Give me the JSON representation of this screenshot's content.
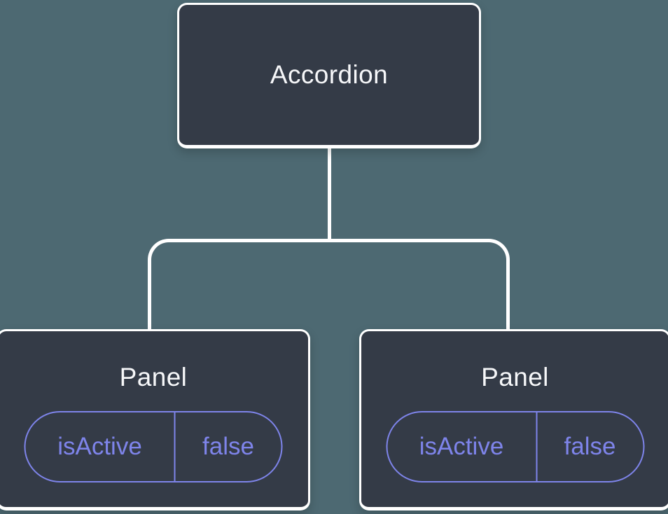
{
  "tree": {
    "root": {
      "label": "Accordion"
    },
    "children": [
      {
        "label": "Panel",
        "props": [
          {
            "name": "isActive",
            "value": "false"
          }
        ]
      },
      {
        "label": "Panel",
        "props": [
          {
            "name": "isActive",
            "value": "false"
          }
        ]
      }
    ]
  },
  "icons": [],
  "colors": {
    "background": "#4D6972",
    "node_fill": "#343B47",
    "connector_line": "#FFFFFF",
    "node_label_text": "#F6F7F9",
    "prop_accent": "#7E84EA"
  }
}
